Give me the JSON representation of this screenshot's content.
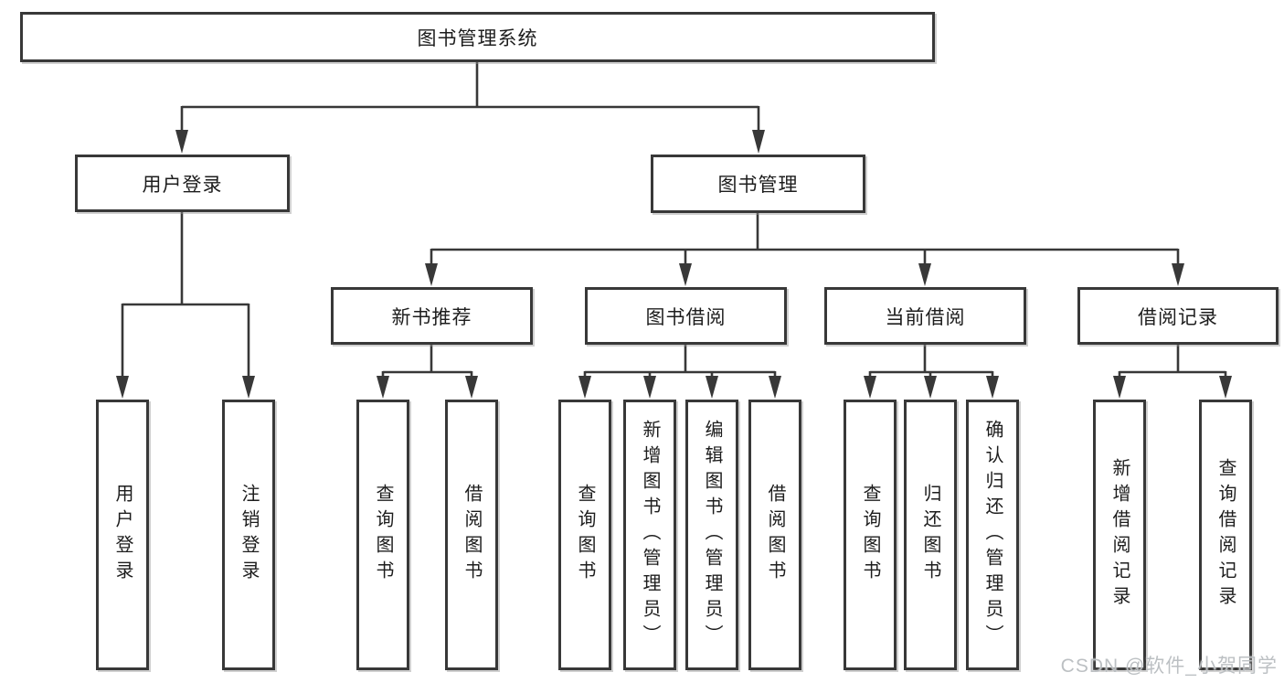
{
  "tree": {
    "label": "图书管理系统",
    "children": [
      {
        "label": "用户登录",
        "children": [
          {
            "label": "用户登录"
          },
          {
            "label": "注销登录"
          }
        ]
      },
      {
        "label": "图书管理",
        "children": [
          {
            "label": "新书推荐",
            "children": [
              {
                "label": "查询图书"
              },
              {
                "label": "借阅图书"
              }
            ]
          },
          {
            "label": "图书借阅",
            "children": [
              {
                "label": "查询图书"
              },
              {
                "label": "新增图书（管理员）"
              },
              {
                "label": "编辑图书（管理员）"
              },
              {
                "label": "借阅图书"
              }
            ]
          },
          {
            "label": "当前借阅",
            "children": [
              {
                "label": "查询图书"
              },
              {
                "label": "归还图书"
              },
              {
                "label": "确认归还（管理员）"
              }
            ]
          },
          {
            "label": "借阅记录",
            "children": [
              {
                "label": "新增借阅记录"
              },
              {
                "label": "查询借阅记录"
              }
            ]
          }
        ]
      }
    ]
  },
  "watermark": {
    "text": "CSDN @软件_小贺同学"
  },
  "colors": {
    "background": "#ffffff",
    "box_background": "#ffffff",
    "box_border": "#383838",
    "line": "#383838",
    "text": "#1d1d1d",
    "watermark": "#b8bdc0"
  }
}
